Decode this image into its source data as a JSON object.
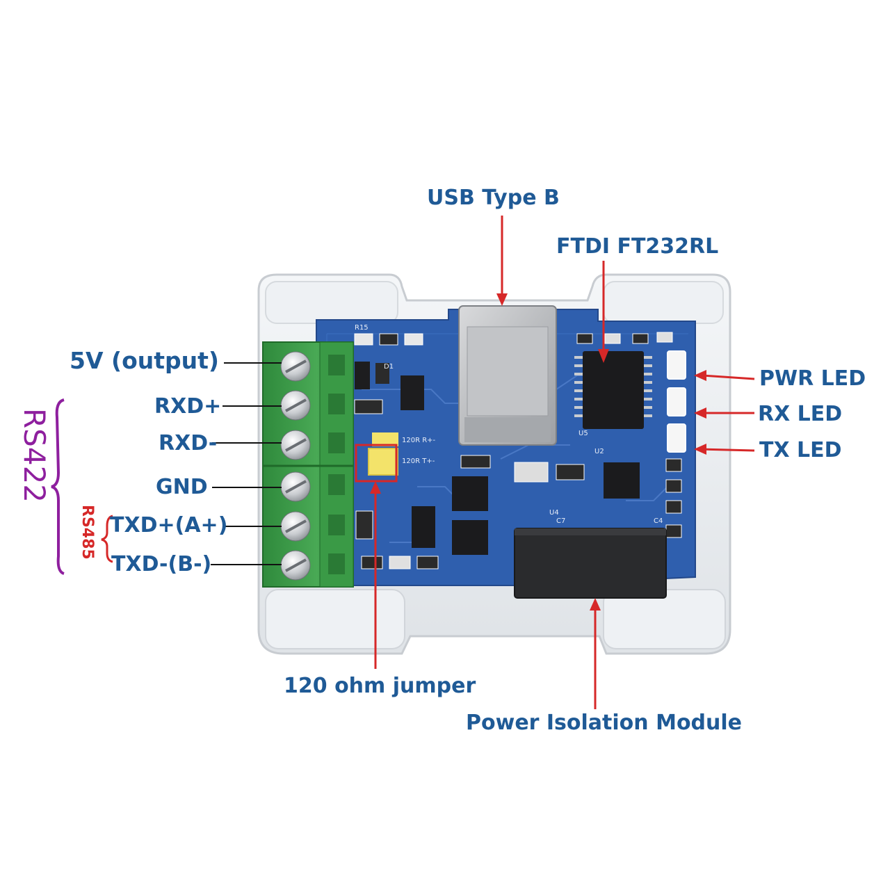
{
  "title": "",
  "labels": {
    "usb_type_b": "USB Type B",
    "ftdi": "FTDI FT232RL",
    "five_v": "5V (output)",
    "rxd_plus": "RXD+",
    "rxd_minus": "RXD-",
    "gnd": "GND",
    "txd_plus": "TXD+(A+)",
    "txd_minus": "TXD-(B-)",
    "pwr_led": "PWR LED",
    "rx_led": "RX  LED",
    "tx_led": "TX LED",
    "jumper": "120 ohm jumper",
    "power_isolation": "Power Isolation Module",
    "rs422": "RS422",
    "rs485": "RS485"
  },
  "silkscreen": {
    "r120_rx": "120R R+-",
    "r120_tx": "120R T+-",
    "u5": "U5",
    "u2": "U2",
    "u4": "U4",
    "r15": "R15",
    "c7": "C7",
    "c4": "C4",
    "d1": "D1"
  },
  "colors": {
    "label_blue": "#1f5a96",
    "pointer_red": "#d62828",
    "rs422_purple": "#8e1f9e",
    "pcb_blue": "#2f5fae",
    "terminal_green": "#3f9a4a",
    "jumper_yellow": "#f3e36a"
  },
  "icons": {
    "screw": "screw-terminal-icon",
    "led": "smd-led-icon"
  }
}
